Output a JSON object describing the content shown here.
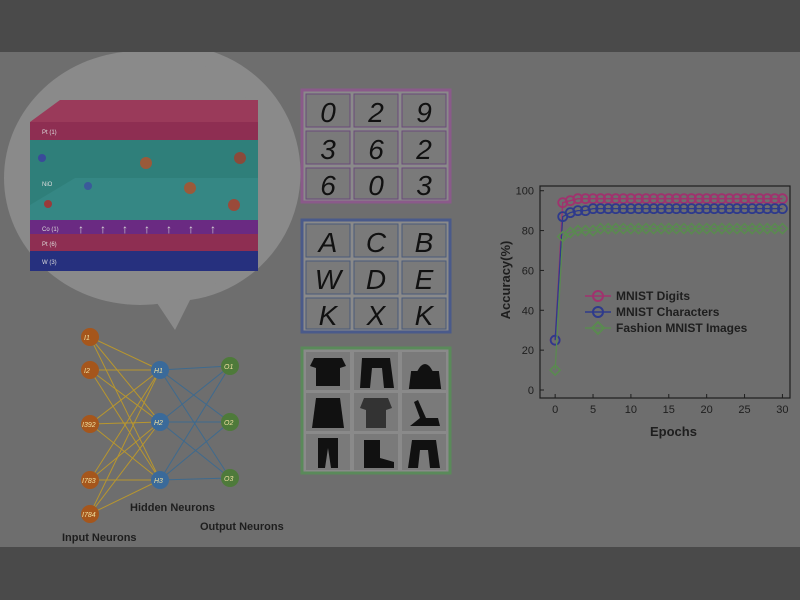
{
  "device": {
    "layers": [
      "Pt (1)",
      "NiO",
      "Co (1)",
      "Pt (6)",
      "W (3)"
    ]
  },
  "network": {
    "input_nodes": [
      "I1",
      "I2",
      "I392",
      "I783",
      "I784"
    ],
    "hidden_nodes": [
      "H1",
      "H2",
      "H3"
    ],
    "output_nodes": [
      "O1",
      "O2",
      "O3"
    ],
    "input_label": "Input Neurons",
    "hidden_label": "Hidden Neurons",
    "output_label": "Output Neurons"
  },
  "samples": {
    "digits": [
      "0",
      "2",
      "9",
      "3",
      "6",
      "2",
      "6",
      "0",
      "3"
    ],
    "characters": [
      "A",
      "C",
      "B",
      "W",
      "D",
      "E",
      "K",
      "X",
      "K"
    ],
    "fashion": [
      "shirt-icon",
      "jacket-icon",
      "bag-icon",
      "coat-icon",
      "shirt-icon",
      "sandal-icon",
      "trousers-icon",
      "boot-icon",
      "jacket-icon"
    ]
  },
  "chart_data": {
    "type": "line",
    "xlabel": "Epochs",
    "ylabel": "Accuracy(%)",
    "xlim": [
      -2,
      31
    ],
    "ylim": [
      0,
      100
    ],
    "xticks": [
      0,
      5,
      10,
      15,
      20,
      25,
      30
    ],
    "yticks": [
      0,
      20,
      40,
      60,
      80,
      100
    ],
    "legend_position": "center-right",
    "x": [
      0,
      1,
      2,
      3,
      4,
      5,
      6,
      7,
      8,
      9,
      10,
      11,
      12,
      13,
      14,
      15,
      16,
      17,
      18,
      19,
      20,
      21,
      22,
      23,
      24,
      25,
      26,
      27,
      28,
      29,
      30
    ],
    "series": [
      {
        "name": "MNIST Digits",
        "color": "#a0326e",
        "marker": "circle",
        "values": [
          25,
          94,
          95,
          96,
          96,
          96,
          96,
          96,
          96,
          96,
          96,
          96,
          96,
          96,
          96,
          96,
          96,
          96,
          96,
          96,
          96,
          96,
          96,
          96,
          96,
          96,
          96,
          96,
          96,
          96,
          96
        ]
      },
      {
        "name": "MNIST Characters",
        "color": "#2e3a8c",
        "marker": "circle",
        "values": [
          25,
          87,
          89,
          90,
          90,
          91,
          91,
          91,
          91,
          91,
          91,
          91,
          91,
          91,
          91,
          91,
          91,
          91,
          91,
          91,
          91,
          91,
          91,
          91,
          91,
          91,
          91,
          91,
          91,
          91,
          91
        ]
      },
      {
        "name": "Fashion MNIST Images",
        "color": "#5a8a50",
        "marker": "diamond",
        "values": [
          10,
          77,
          79,
          80,
          80,
          80,
          81,
          81,
          81,
          81,
          81,
          81,
          81,
          81,
          81,
          81,
          81,
          81,
          81,
          81,
          81,
          81,
          81,
          81,
          81,
          81,
          81,
          81,
          81,
          81,
          81
        ]
      }
    ]
  }
}
